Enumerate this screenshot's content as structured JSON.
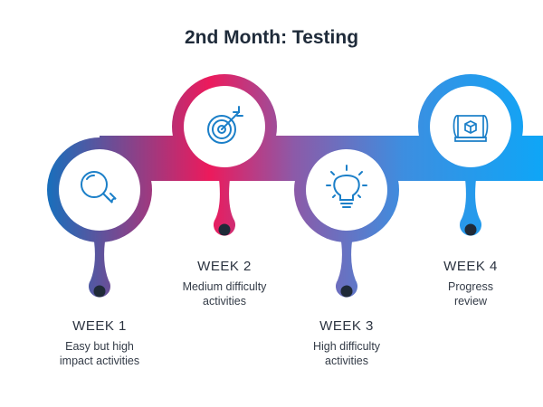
{
  "title": "2nd Month: Testing",
  "gradient_colors": [
    "#1670bd",
    "#ec1a5c",
    "#8c5aa8",
    "#3d8ee0",
    "#0ea6f7"
  ],
  "dot_color": "#1f2a38",
  "icon_color": "#1b7fc8",
  "weeks": [
    {
      "label": "WEEK 1",
      "desc1": "Easy but high",
      "desc2": "impact activities",
      "icon": "magnifier-icon"
    },
    {
      "label": "WEEK 2",
      "desc1": "Medium difficulty",
      "desc2": "activities",
      "icon": "target-icon"
    },
    {
      "label": "WEEK 3",
      "desc1": "High difficulty",
      "desc2": "activities",
      "icon": "lightbulb-icon"
    },
    {
      "label": "WEEK 4",
      "desc1": "Progress",
      "desc2": "review",
      "icon": "blueprint-icon"
    }
  ]
}
